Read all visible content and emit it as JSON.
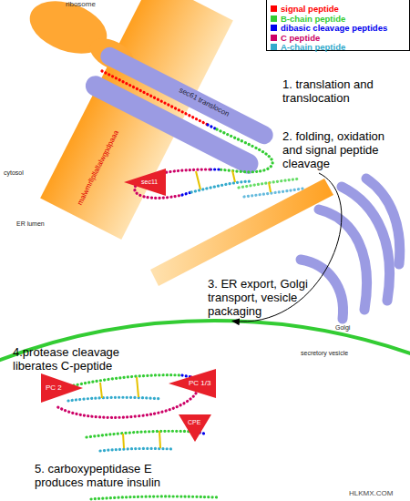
{
  "diagram": {
    "nodes": [
      {
        "text": [
          "ribosome"
        ]
      },
      {
        "text": [
          "sec61 translocon"
        ]
      },
      {
        "text": [
          "sec11"
        ]
      },
      {
        "text": [
          "Golgi"
        ]
      },
      {
        "text": [
          "secretory vesicle"
        ]
      },
      {
        "text": [
          "PC 2"
        ],
        "in": 4
      },
      {
        "text": [
          "PC 1/3"
        ],
        "in": 4
      },
      {
        "text": [
          "CPE"
        ],
        "in": 4
      }
    ],
    "edges": [
      {
        "from": 3,
        "to": 4,
        "arrow": "to"
      }
    ],
    "labels": [
      "1. translation and translocation",
      "2. folding, oxidation and signal peptide cleavage",
      "3. ER export, Golgi transport, vesicle packaging",
      "4.protease cleavage liberates C-peptide",
      "5. carboxypeptidase E produces mature insulin",
      "cytosol",
      "ER lumen",
      "malwmrllpllallalwgpdpaaa",
      "HLKMX.COM"
    ],
    "legend": [
      {
        "text": "signal peptide",
        "color": "#ff0000"
      },
      {
        "text": "B-chain peptide",
        "color": "#33cc33"
      },
      {
        "text": "dibasic cleavage peptides",
        "color": "#0000ee"
      },
      {
        "text": "C peptide",
        "color": "#cc0066"
      },
      {
        "text": "A-chain peptide",
        "color": "#33aacc"
      }
    ]
  }
}
